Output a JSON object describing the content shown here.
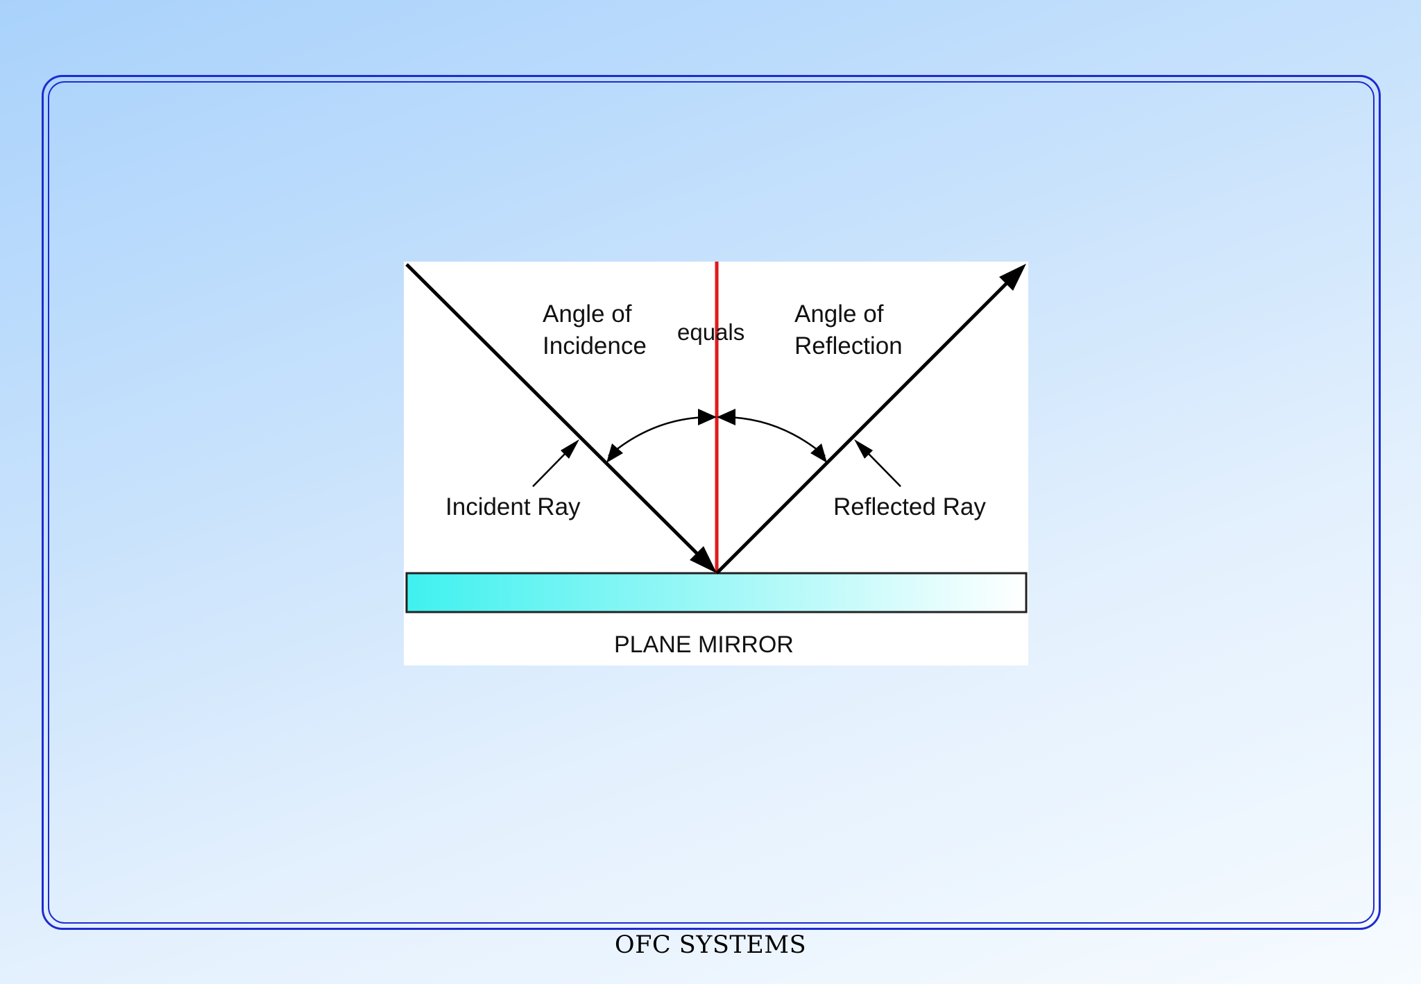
{
  "diagram": {
    "label_incident_angle_line1": "Angle of",
    "label_incident_angle_line2": "Incidence",
    "label_equals": "equals",
    "label_reflection_angle_line1": "Angle of",
    "label_reflection_angle_line2": "Reflection",
    "label_incident_ray": "Incident Ray",
    "label_reflected_ray": "Reflected Ray",
    "label_mirror": "PLANE MIRROR",
    "colors": {
      "normal_line": "#e01b1b",
      "mirror_left": "#3ff1ef",
      "mirror_right": "#ffffff",
      "ray": "#000000"
    }
  },
  "footer": {
    "text": "OFC SYSTEMS"
  }
}
